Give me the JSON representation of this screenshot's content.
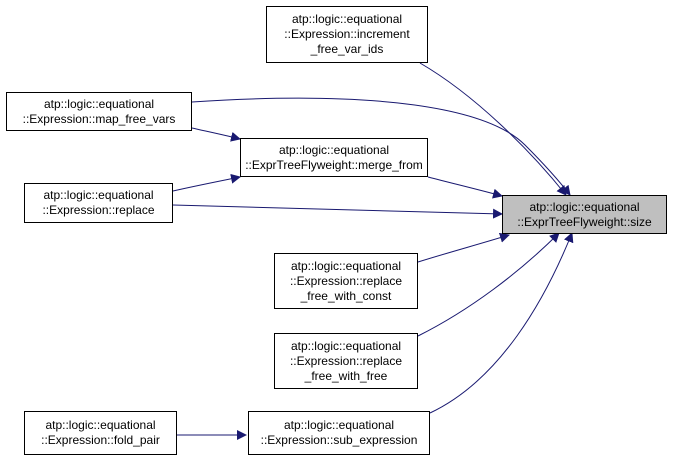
{
  "colors": {
    "edge": "#191970",
    "focus_fill": "#bfbfbf",
    "node_border": "#000000",
    "node_fill": "#ffffff"
  },
  "nodes": {
    "size": {
      "lines": [
        "atp::logic::equational",
        "::ExprTreeFlyweight::size"
      ]
    },
    "increment_free_var_ids": {
      "lines": [
        "atp::logic::equational",
        "::Expression::increment",
        "_free_var_ids"
      ]
    },
    "map_free_vars": {
      "lines": [
        "atp::logic::equational",
        "::Expression::map_free_vars"
      ]
    },
    "merge_from": {
      "lines": [
        "atp::logic::equational",
        "::ExprTreeFlyweight::merge_from"
      ]
    },
    "replace": {
      "lines": [
        "atp::logic::equational",
        "::Expression::replace"
      ]
    },
    "replace_free_with_const": {
      "lines": [
        "atp::logic::equational",
        "::Expression::replace",
        "_free_with_const"
      ]
    },
    "replace_free_with_free": {
      "lines": [
        "atp::logic::equational",
        "::Expression::replace",
        "_free_with_free"
      ]
    },
    "fold_pair": {
      "lines": [
        "atp::logic::equational",
        "::Expression::fold_pair"
      ]
    },
    "sub_expression": {
      "lines": [
        "atp::logic::equational",
        "::Expression::sub_expression"
      ]
    }
  }
}
